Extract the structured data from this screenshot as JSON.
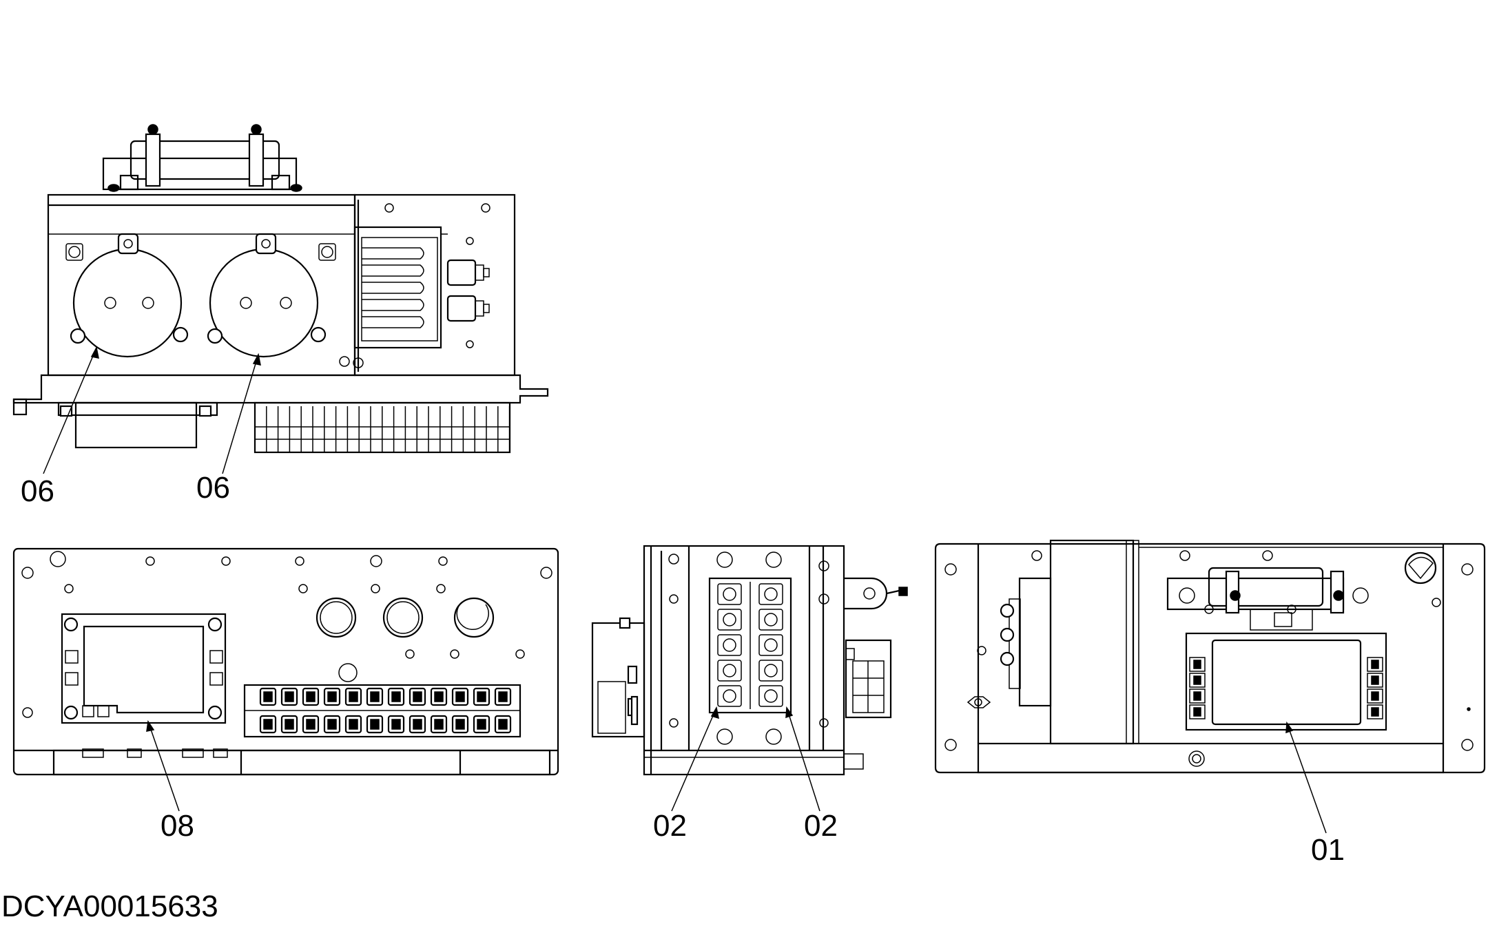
{
  "drawing_number": "DCYA00015633",
  "callouts": [
    {
      "id": "callout-06-left",
      "text": "06"
    },
    {
      "id": "callout-06-right",
      "text": "06"
    },
    {
      "id": "callout-08",
      "text": "08"
    },
    {
      "id": "callout-02-left",
      "text": "02"
    },
    {
      "id": "callout-02-right",
      "text": "02"
    },
    {
      "id": "callout-01",
      "text": "01"
    }
  ]
}
